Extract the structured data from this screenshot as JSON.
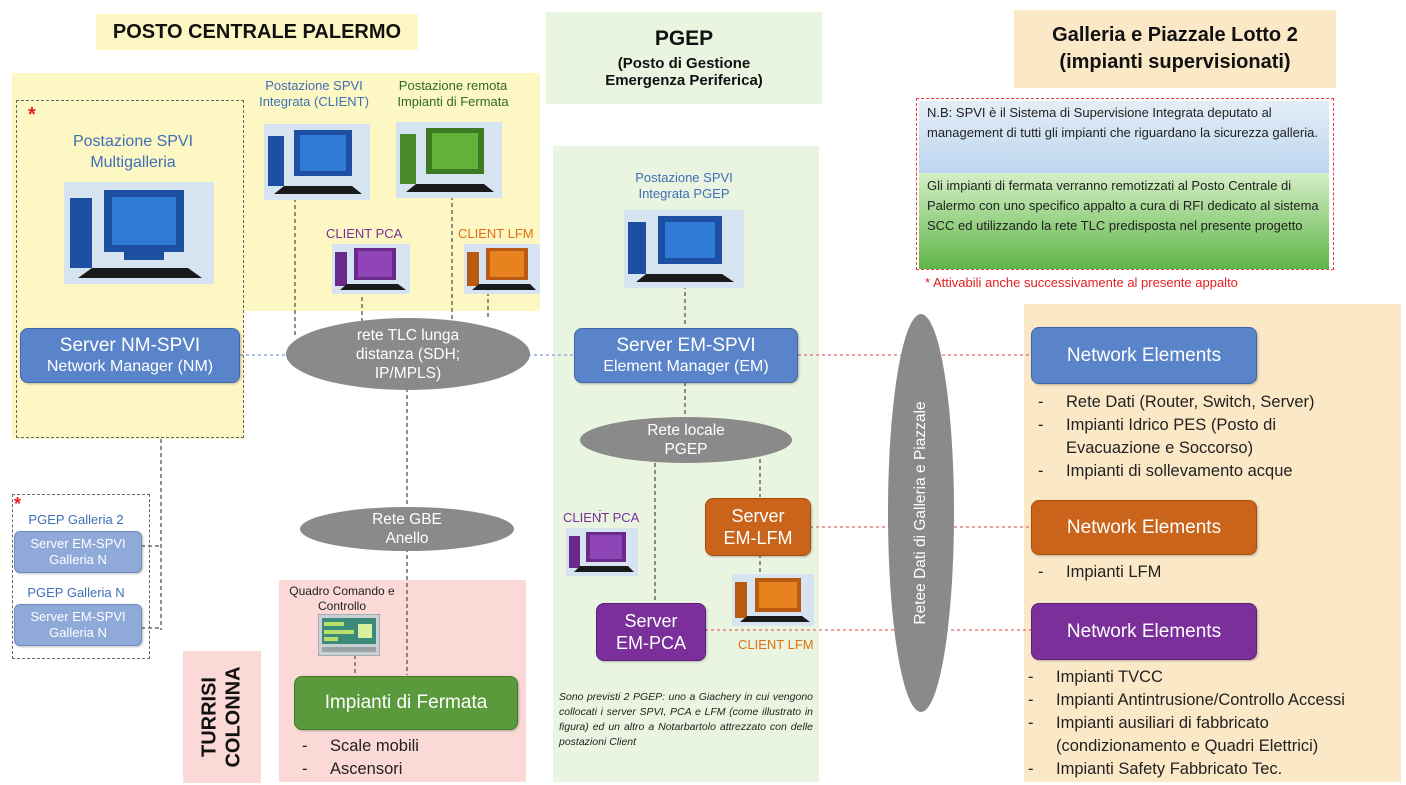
{
  "titles": {
    "posto_centrale": "POSTO CENTRALE PALERMO",
    "pgep_line1": "PGEP",
    "pgep_line2": "(Posto di Gestione",
    "pgep_line3": "Emergenza Periferica)",
    "galleria_line1": "Galleria e Piazzale Lotto 2",
    "galleria_line2": "(impianti supervisionati)"
  },
  "left": {
    "asterisk_top": "*",
    "spvi_multi_line1": "Postazione SPVI",
    "spvi_multi_line2": "Multigalleria",
    "client_integrata_line1": "Postazione SPVI",
    "client_integrata_line2": "Integrata (CLIENT)",
    "remota_line1": "Postazione remota",
    "remota_line2": "Impianti di Fermata",
    "client_pca": "CLIENT PCA",
    "client_lfm": "CLIENT LFM",
    "server_nm_line1": "Server  NM-SPVI",
    "server_nm_line2": "Network Manager (NM)",
    "asterisk_gallerie": "*",
    "pgep_gall2": "PGEP Galleria 2",
    "srv_gall2_line1": "Server  EM-SPVI",
    "srv_gall2_line2": "Galleria N",
    "pgep_galln": "PGEP Galleria N",
    "srv_galln_line1": "Server  EM-SPVI",
    "srv_galln_line2": "Galleria N"
  },
  "networks": {
    "tlc_line1": "rete TLC lunga",
    "tlc_line2": "distanza (SDH;",
    "tlc_line3": "IP/MPLS)",
    "gbe_line1": "Rete GBE",
    "gbe_line2": "Anello",
    "locale_line1": "Rete locale",
    "locale_line2": "PGEP",
    "galleria": "Retee Dati di Galleria e Piazzale"
  },
  "stazione": {
    "turrisi_line1": "TURRISI",
    "turrisi_line2": "COLONNA",
    "quadro_line1": "Quadro Comando e",
    "quadro_line2": "Controllo",
    "impianti": "Impianti di Fermata",
    "items": [
      "Scale mobili",
      "Ascensori"
    ]
  },
  "pgep": {
    "spvi_line1": "Postazione SPVI",
    "spvi_line2": "Integrata PGEP",
    "server_em_line1": "Server  EM-SPVI",
    "server_em_line2": "Element Manager (EM)",
    "client_pca": "CLIENT PCA",
    "server_lfm_line1": "Server",
    "server_lfm_line2": "EM-LFM",
    "server_pca_line1": "Server",
    "server_pca_line2": "EM-PCA",
    "client_lfm": "CLIENT LFM",
    "note": "Sono previsti 2 PGEP: uno a Giachery in cui vengono collocati i server SPVI, PCA e LFM (come illustrato in figura) ed un altro a Notarbartolo attrezzato con delle postazioni Client"
  },
  "notes": {
    "nb": "N.B: SPVI è il Sistema di Supervisione Integrata deputato al management di tutti gli impianti che riguardano la sicurezza galleria.",
    "green": "Gli impianti di fermata verranno remotizzati al Posto Centrale di Palermo con uno specifico appalto a cura di RFI dedicato al sistema SCC ed utilizzando la rete TLC predisposta nel presente progetto",
    "asterisk": "* Attivabili anche successivamente al presente appalto"
  },
  "network_elements": [
    {
      "label": "Network Elements",
      "items": [
        "Rete Dati (Router, Switch, Server)",
        "Impianti Idrico PES (Posto di Evacuazione e Soccorso)",
        "Impianti di sollevamento acque"
      ]
    },
    {
      "label": "Network Elements",
      "items": [
        "Impianti LFM"
      ]
    },
    {
      "label": "Network Elements",
      "items": [
        "Impianti TVCC",
        "Impianti Antintrusione/Controllo Accessi",
        "Impianti ausiliari di fabbricato (condizionamento e Quadri Elettrici)",
        "Impianti Safety Fabbricato Tec."
      ]
    }
  ],
  "colors": {
    "server_blue": "#5a84c9",
    "server_orange": "#c9641a",
    "server_purple": "#7a2f9a",
    "server_green": "#5a9a3c",
    "network_grey": "#8a8a8a",
    "note_red": "#e52020"
  }
}
